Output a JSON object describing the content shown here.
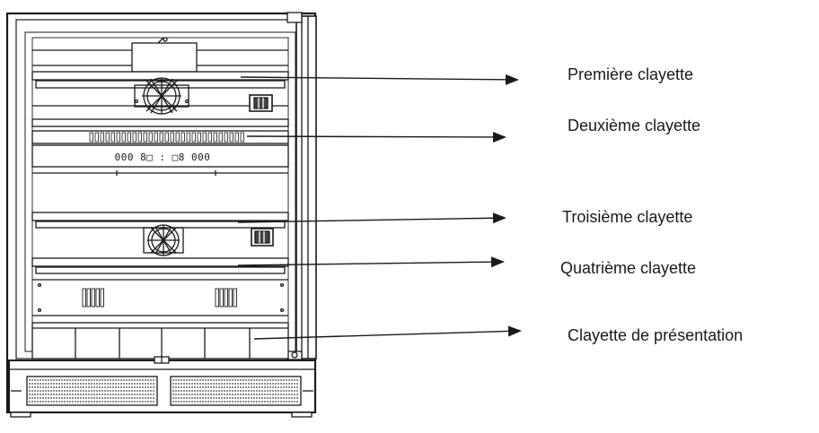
{
  "figure": {
    "type": "labeled-diagram",
    "subject": "wine-cooler-front-view",
    "line_color": "#1a1a1a",
    "background": "#ffffff"
  },
  "control_panel": {
    "readout": "000 8□ : □8 000"
  },
  "callouts": [
    {
      "id": "first-shelf",
      "label": "Première clayette"
    },
    {
      "id": "second-shelf",
      "label": "Deuxième clayette"
    },
    {
      "id": "third-shelf",
      "label": "Troisième clayette"
    },
    {
      "id": "fourth-shelf",
      "label": "Quatrième clayette"
    },
    {
      "id": "display-shelf",
      "label": "Clayette de présentation"
    }
  ]
}
